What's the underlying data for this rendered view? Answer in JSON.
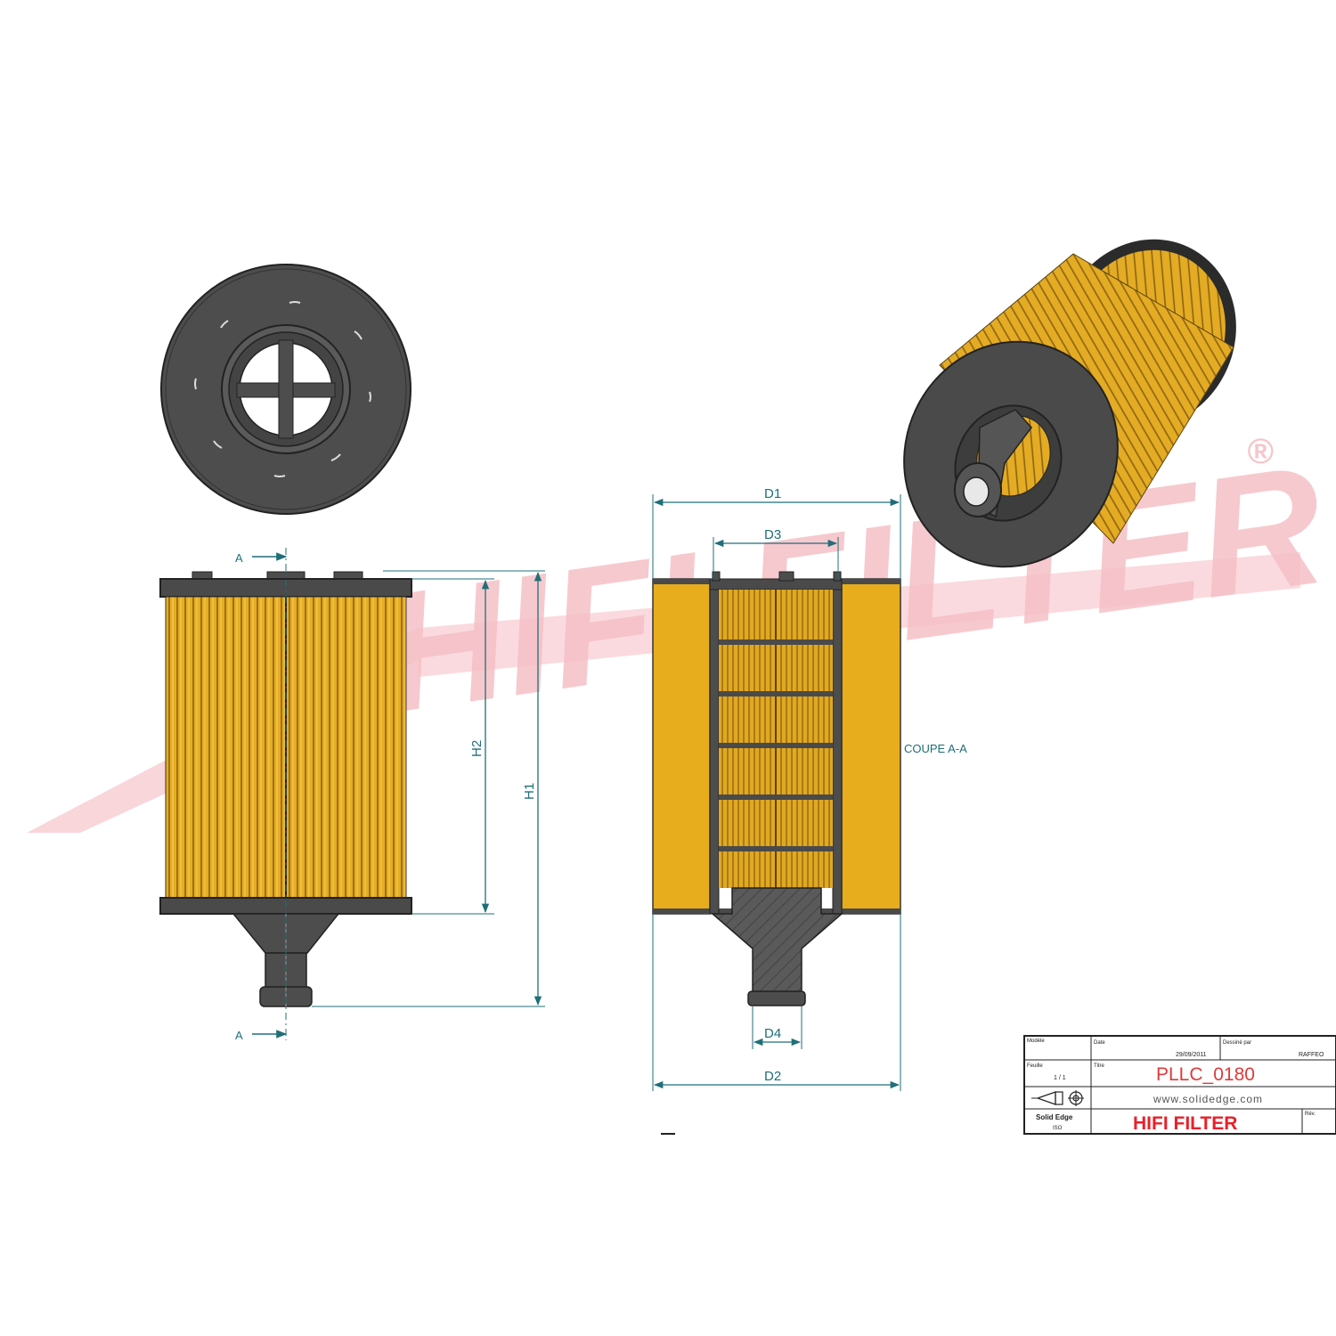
{
  "colors": {
    "dimension": "#1f6f78",
    "media": "#e0a81c",
    "cap": "#4a4a4a",
    "watermark": "#f7c7cc",
    "brand": "#e8202a"
  },
  "watermark": {
    "text": "HIFI FILTER",
    "registered_mark": "®"
  },
  "section_marks": {
    "top": "A",
    "bottom": "A",
    "section_label": "COUPE A-A"
  },
  "dimensions": {
    "d1": "D1",
    "d2": "D2",
    "d3": "D3",
    "d4": "D4",
    "h1": "H1",
    "h2": "H2"
  },
  "title_block": {
    "field_model": "Modèle",
    "field_date": "Date",
    "date_value": "29/09/2011",
    "field_drawn_by": "Dessiné par",
    "drawn_by_value": "RAFFEO",
    "field_sheet": "Feuille",
    "sheet_value": "1 / 1",
    "field_title": "Titre",
    "part_number": "PLLC_0180",
    "url": "www.solidedge.com",
    "software": "Solid Edge",
    "software_sub": "ISO",
    "brand": "HIFI FILTER",
    "field_rev": "Rév."
  }
}
